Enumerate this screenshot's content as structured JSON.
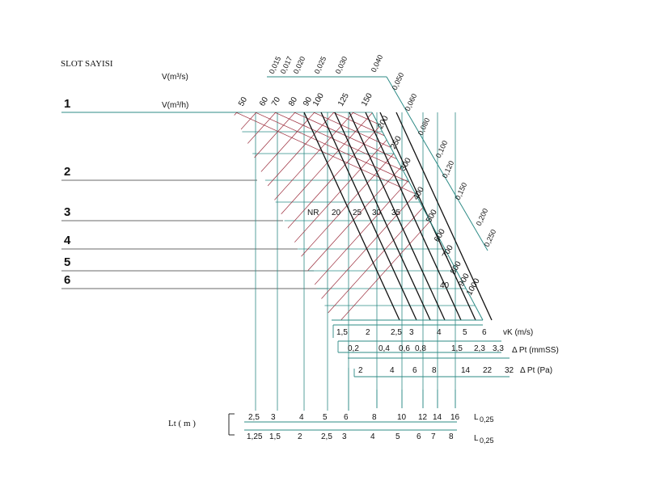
{
  "header": {
    "slot_title": "SLOT SAYISI",
    "v_m3s_label": "V(m³/s)",
    "v_m3h_label": "V(m³/h)",
    "lt_label": "Lt ( m )"
  },
  "chart_data": {
    "type": "nomogram",
    "slot_rows": [
      "1",
      "2",
      "3",
      "4",
      "5",
      "6"
    ],
    "flow_m3s": [
      "0,015",
      "0,017",
      "0,020",
      "0,025",
      "0,030",
      "0,040",
      "0,050",
      "0,060",
      "0,080",
      "0,100",
      "0,120",
      "0,150",
      "0,200",
      "0,250"
    ],
    "flow_m3h": [
      "50",
      "60",
      "70",
      "80",
      "90",
      "100",
      "125",
      "150",
      "200",
      "250",
      "300",
      "400",
      "500",
      "600",
      "700",
      "800",
      "900",
      "1000"
    ],
    "noise_rating": {
      "label": "NR",
      "values": [
        "20",
        "25",
        "30",
        "35",
        "40"
      ]
    },
    "vk": {
      "label": "vK (m/s)",
      "ticks": [
        "1,5",
        "2",
        "2,5",
        "3",
        "4",
        "5",
        "6"
      ]
    },
    "dpt_mmss": {
      "label": "Δ Pt (mmSS)",
      "ticks": [
        "0,2",
        "0,4",
        "0,6",
        "0,8",
        "1,5",
        "2,3",
        "3,3"
      ]
    },
    "dpt_pa": {
      "label": "Δ Pt (Pa)",
      "ticks": [
        "2",
        "4",
        "6",
        "8",
        "14",
        "22",
        "32"
      ]
    },
    "lt_upper": {
      "label": "L0,25",
      "ticks": [
        "2,5",
        "3",
        "4",
        "5",
        "6",
        "8",
        "10",
        "12",
        "14",
        "16"
      ]
    },
    "lt_lower": {
      "label": "L0,25",
      "ticks": [
        "1,25",
        "1,5",
        "2",
        "2,5",
        "3",
        "4",
        "5",
        "6",
        "7",
        "8"
      ]
    },
    "colors": {
      "grid": "#2e8b86",
      "diagonal": "#9b2b3a",
      "nr_lines": "#111111",
      "text": "#111111"
    }
  }
}
